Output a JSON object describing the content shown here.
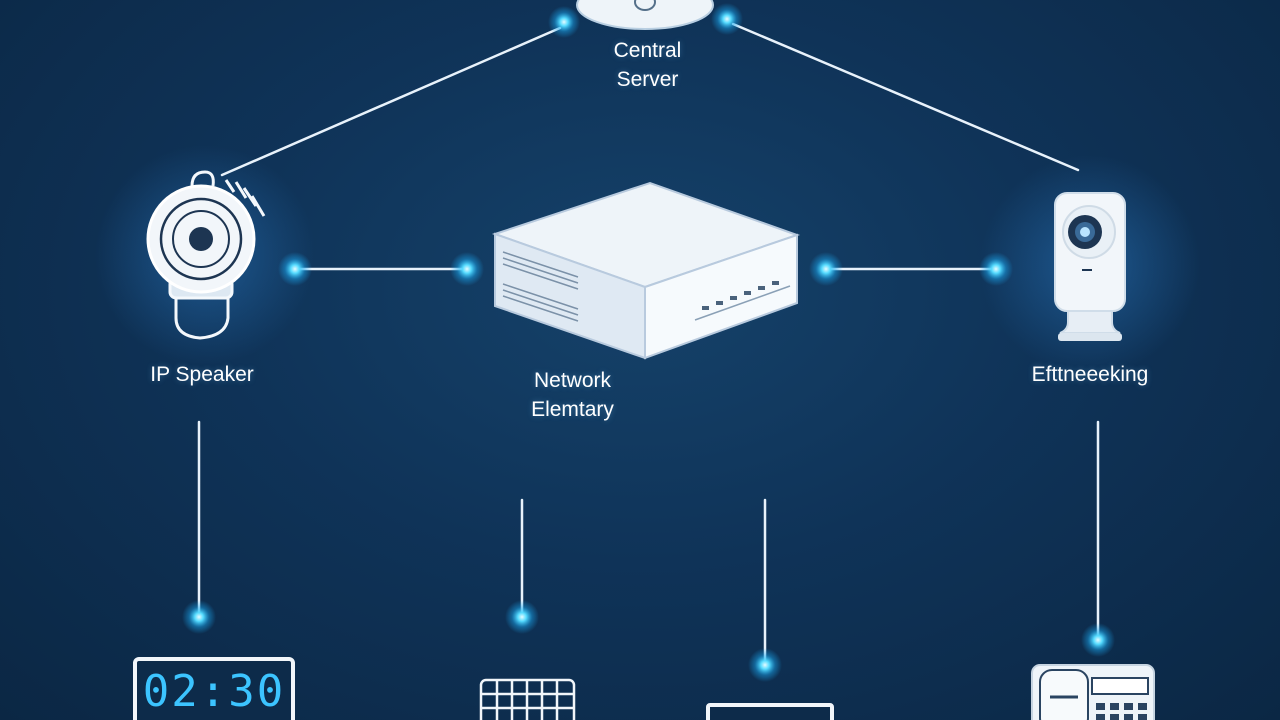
{
  "nodes": {
    "central_server": {
      "label_line1": "Central",
      "label_line2": "Server"
    },
    "ip_speaker": {
      "label": "IP Speaker"
    },
    "network_device": {
      "label_line1": "Network",
      "label_line2": "Elemtary"
    },
    "camera": {
      "label": "Efttneeeking"
    }
  },
  "clock_display": {
    "digits": "02:30"
  },
  "colors": {
    "background": "#0f3358",
    "line": "#e8f2fb",
    "glow": "#33ccff",
    "device": "#eef4f9"
  }
}
